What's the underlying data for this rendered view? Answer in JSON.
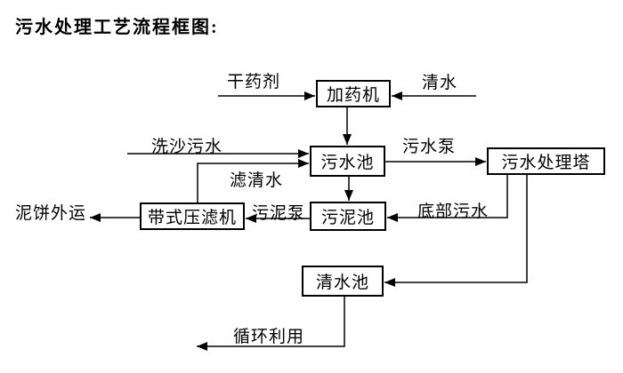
{
  "title": "污水处理工艺流程框图:",
  "nodes": {
    "dosing_machine": {
      "label": "加药机"
    },
    "sewage_pool": {
      "label": "污水池"
    },
    "treatment_tower": {
      "label": "污水处理塔"
    },
    "sludge_pool": {
      "label": "污泥池"
    },
    "belt_filter_press": {
      "label": "带式压滤机"
    },
    "clear_water_pool": {
      "label": "清水池"
    }
  },
  "flow_labels": {
    "dry_agent": "干药剂",
    "clear_water": "清水",
    "sand_washing_sewage": "洗沙污水",
    "filtered_water": "滤清水",
    "sewage_pump": "污水泵",
    "bottom_sewage": "底部污水",
    "sludge_pump": "污泥泵",
    "mud_cake_out": "泥饼外运",
    "recycling": "循环利用"
  },
  "colors": {
    "line": "#000000",
    "text": "#000000",
    "background": "#ffffff"
  }
}
